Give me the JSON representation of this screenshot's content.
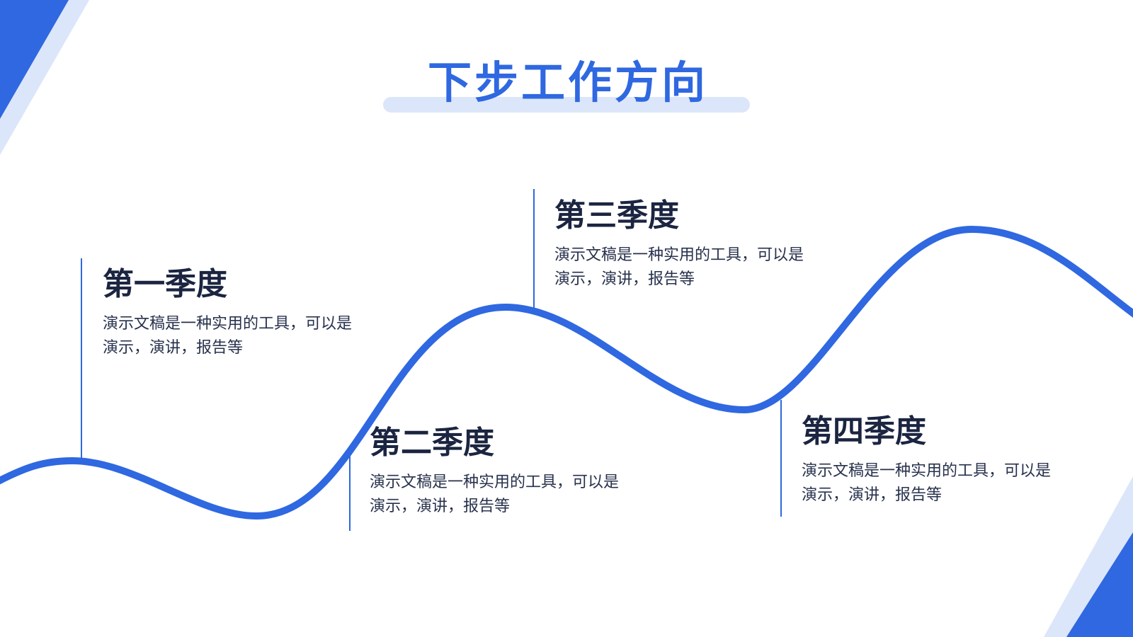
{
  "slide": {
    "title": "下步工作方向",
    "accent_color": "#2F68E0",
    "accent_light_color": "#DCE6FA",
    "heading_color": "#1B2541",
    "text_color": "#27314C"
  },
  "quarters": [
    {
      "heading": "第一季度",
      "description": [
        "演示文稿是一种实用的工具，可以是",
        "演示，演讲，报告等"
      ]
    },
    {
      "heading": "第二季度",
      "description": [
        "演示文稿是一种实用的工具，可以是",
        "演示，演讲，报告等"
      ]
    },
    {
      "heading": "第三季度",
      "description": [
        "演示文稿是一种实用的工具，可以是",
        "演示，演讲，报告等"
      ]
    },
    {
      "heading": "第四季度",
      "description": [
        "演示文稿是一种实用的工具，可以是",
        "演示，演讲，报告等"
      ]
    }
  ]
}
